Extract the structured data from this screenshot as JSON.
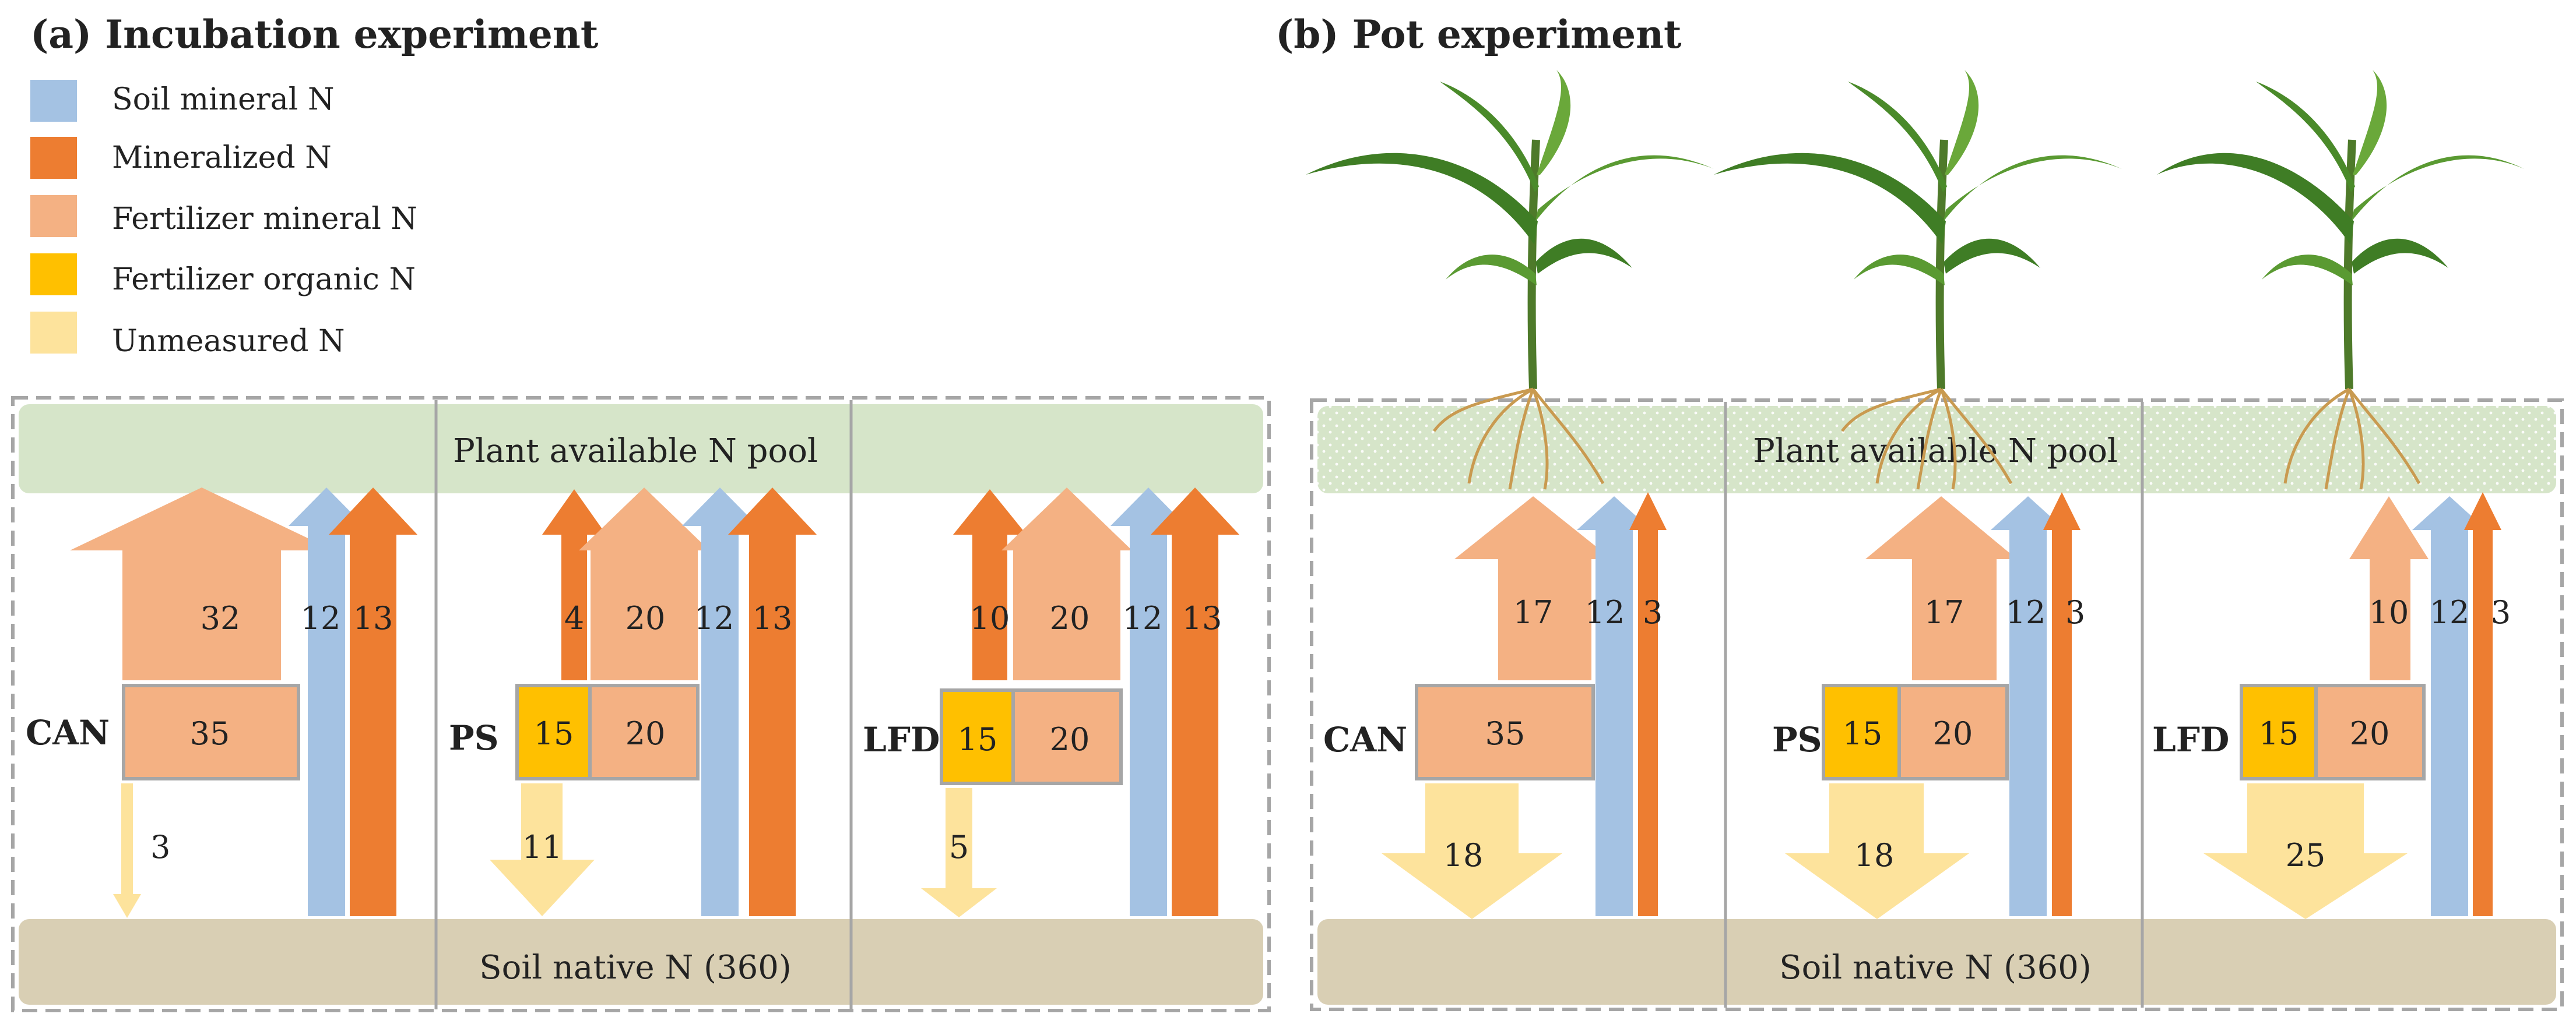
{
  "panel_a": {
    "title": "(a) Incubation experiment",
    "pool_top_label": "Plant available N pool",
    "pool_bottom_label": "Soil native N (360)",
    "treatments": [
      {
        "name": "CAN",
        "fert_mineral_up": "32",
        "soil_mineral_up": "12",
        "mineralized_up": "13",
        "box_mineral": "35",
        "down": "3"
      },
      {
        "name": "PS",
        "mineralized_side": "4",
        "fert_mineral_up": "20",
        "soil_mineral_up": "12",
        "mineralized_up": "13",
        "box_organic": "15",
        "box_mineral": "20",
        "down": "11"
      },
      {
        "name": "LFD",
        "mineralized_side": "10",
        "fert_mineral_up": "20",
        "soil_mineral_up": "12",
        "mineralized_up": "13",
        "box_organic": "15",
        "box_mineral": "20",
        "down": "5"
      }
    ]
  },
  "panel_b": {
    "title": "(b) Pot experiment",
    "pool_top_label": "Plant available N pool",
    "pool_bottom_label": "Soil native N (360)",
    "treatments": [
      {
        "name": "CAN",
        "fert_mineral_up": "17",
        "soil_mineral_up": "12",
        "mineralized_up": "3",
        "box_mineral": "35",
        "down": "18"
      },
      {
        "name": "PS",
        "fert_mineral_up": "17",
        "soil_mineral_up": "12",
        "mineralized_up": "3",
        "box_organic": "15",
        "box_mineral": "20",
        "down": "18"
      },
      {
        "name": "LFD",
        "fert_mineral_up": "10",
        "soil_mineral_up": "12",
        "mineralized_up": "3",
        "box_organic": "15",
        "box_mineral": "20",
        "down": "25"
      }
    ]
  },
  "legend": [
    {
      "label": "Soil mineral N",
      "color": "#a4c2e3"
    },
    {
      "label": "Mineralized N",
      "color": "#ed7d31"
    },
    {
      "label": "Fertilizer mineral N",
      "color": "#f4b183"
    },
    {
      "label": "Fertilizer organic N",
      "color": "#ffc000"
    },
    {
      "label": "Unmeasured N",
      "color": "#fde39c"
    }
  ],
  "colors": {
    "soil_mineral": "#a4c2e3",
    "mineralized": "#ed7d31",
    "fert_mineral": "#f4b183",
    "fert_organic": "#ffc000",
    "unmeasured": "#fde39c",
    "pool_top": "#d6e5c9",
    "pool_bottom": "#d9cfb4"
  }
}
